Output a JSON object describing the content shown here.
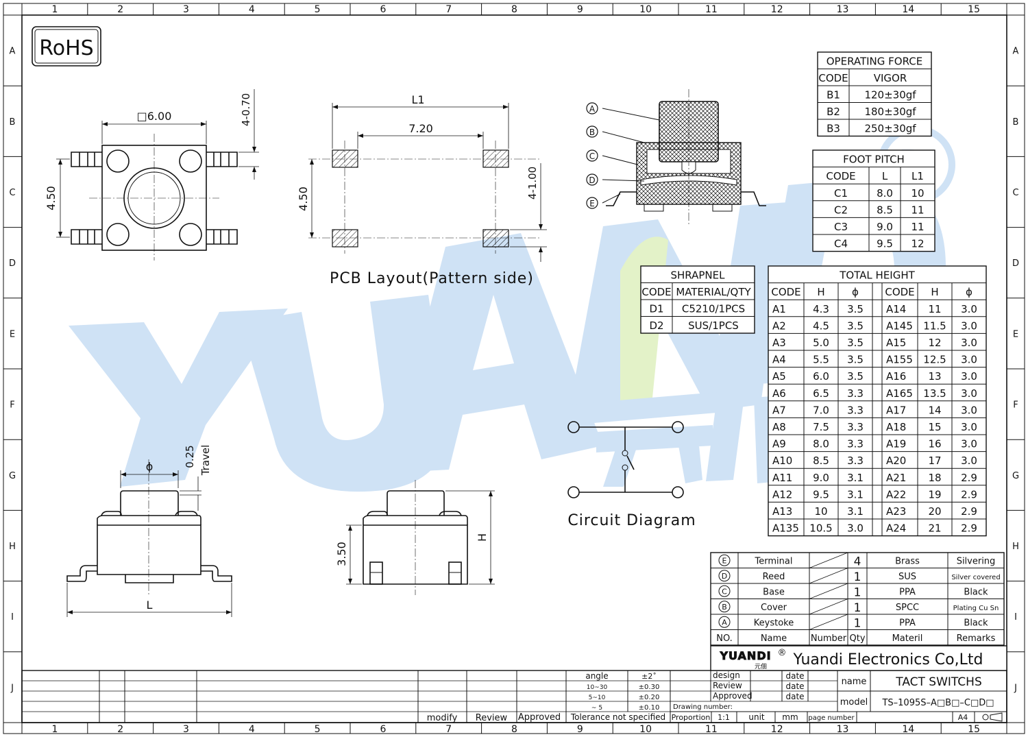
{
  "border": {
    "cols": [
      "1",
      "2",
      "3",
      "4",
      "5",
      "6",
      "7",
      "8",
      "9",
      "10",
      "11",
      "12",
      "13",
      "14",
      "15"
    ],
    "rows": [
      "A",
      "B",
      "C",
      "D",
      "E",
      "F",
      "G",
      "H",
      "I",
      "J"
    ]
  },
  "rohs": "RoHS",
  "watermark": {
    "text": "YUANDI",
    "cn": "元佃",
    "color": "#cfe2f5",
    "accent": "#e3f2c8"
  },
  "views": {
    "top": {
      "size": "□6.00",
      "pin_w": "4-0.70",
      "pitch": "4.50"
    },
    "pcb": {
      "l1": "L1",
      "span": "7.20",
      "pitch": "4.50",
      "pad": "4-1.00",
      "caption": "PCB Layout(Pattern side)"
    },
    "front": {
      "dia": "ϕ",
      "travel_val": "0.25",
      "travel": "Travel",
      "length": "L"
    },
    "side": {
      "base_h": "3.50",
      "height": "H"
    },
    "section": {
      "labels": [
        "A",
        "B",
        "C",
        "D",
        "E"
      ]
    },
    "circuit": {
      "caption": "Circuit Diagram"
    }
  },
  "tables": {
    "operating_force": {
      "title": "OPERATING FORCE",
      "headers": [
        "CODE",
        "VIGOR"
      ],
      "rows": [
        [
          "B1",
          "120±30gf"
        ],
        [
          "B2",
          "180±30gf"
        ],
        [
          "B3",
          "250±30gf"
        ]
      ]
    },
    "foot_pitch": {
      "title": "FOOT  PITCH",
      "headers": [
        "CODE",
        "L",
        "L1"
      ],
      "rows": [
        [
          "C1",
          "8.0",
          "10"
        ],
        [
          "C2",
          "8.5",
          "11"
        ],
        [
          "C3",
          "9.0",
          "11"
        ],
        [
          "C4",
          "9.5",
          "12"
        ]
      ]
    },
    "shrapnel": {
      "title": "SHRAPNEL",
      "headers": [
        "CODE",
        "MATERIAL/QTY"
      ],
      "rows": [
        [
          "D1",
          "C5210/1PCS"
        ],
        [
          "D2",
          "SUS/1PCS"
        ]
      ]
    },
    "total_height": {
      "title": "TOTAL  HEIGHT",
      "headers": [
        "CODE",
        "H",
        "ϕ",
        "CODE",
        "H",
        "ϕ"
      ],
      "rows": [
        [
          "A1",
          "4.3",
          "3.5",
          "A14",
          "11",
          "3.0"
        ],
        [
          "A2",
          "4.5",
          "3.5",
          "A145",
          "11.5",
          "3.0"
        ],
        [
          "A3",
          "5.0",
          "3.5",
          "A15",
          "12",
          "3.0"
        ],
        [
          "A4",
          "5.5",
          "3.5",
          "A155",
          "12.5",
          "3.0"
        ],
        [
          "A5",
          "6.0",
          "3.5",
          "A16",
          "13",
          "3.0"
        ],
        [
          "A6",
          "6.5",
          "3.3",
          "A165",
          "13.5",
          "3.0"
        ],
        [
          "A7",
          "7.0",
          "3.3",
          "A17",
          "14",
          "3.0"
        ],
        [
          "A8",
          "7.5",
          "3.3",
          "A18",
          "15",
          "3.0"
        ],
        [
          "A9",
          "8.0",
          "3.3",
          "A19",
          "16",
          "3.0"
        ],
        [
          "A10",
          "8.5",
          "3.3",
          "A20",
          "17",
          "3.0"
        ],
        [
          "A11",
          "9.0",
          "3.1",
          "A21",
          "18",
          "2.9"
        ],
        [
          "A12",
          "9.5",
          "3.1",
          "A22",
          "19",
          "2.9"
        ],
        [
          "A13",
          "10",
          "3.1",
          "A23",
          "20",
          "2.9"
        ],
        [
          "A135",
          "10.5",
          "3.0",
          "A24",
          "21",
          "2.9"
        ]
      ]
    },
    "bom": {
      "rows": [
        [
          "E",
          "Terminal",
          "4",
          "Brass",
          "Silvering"
        ],
        [
          "D",
          "Reed",
          "1",
          "SUS",
          "Silver covered"
        ],
        [
          "C",
          "Base",
          "1",
          "PPA",
          "Black"
        ],
        [
          "B",
          "Cover",
          "1",
          "SPCC",
          "Plating Cu Sn"
        ],
        [
          "A",
          "Keystoke",
          "1",
          "PPA",
          "Black"
        ]
      ],
      "headers": [
        "NO.",
        "Name",
        "Number",
        "Qty",
        "Materil",
        "Remarks"
      ]
    }
  },
  "title_block": {
    "logo": "YUANDI",
    "logo_cn": "元佃",
    "reg": "®",
    "company": "Yuandi Electronics Co,Ltd",
    "roles": [
      "design",
      "Review",
      "Approved"
    ],
    "date": "date",
    "name_label": "name",
    "name_value": "TACT  SWITCHS",
    "model_label": "model",
    "model_value": "TS–1095S–A□B□–C□D□",
    "drawing_number": "Drawing number:",
    "proportion": "Proportion",
    "proportion_val": "1:1",
    "unit": "unit",
    "unit_val": "mm",
    "page_number": "page number",
    "sheet": "A4",
    "tolerance": {
      "rows": [
        [
          "angle",
          "±2˚"
        ],
        [
          "10~30",
          "±0.30"
        ],
        [
          "5~10",
          "±0.20"
        ],
        [
          "~ 5",
          "±0.10"
        ]
      ],
      "caption": "Tolerance  not  specified"
    },
    "sign_labels": [
      "modify",
      "Review",
      "Approved"
    ]
  }
}
